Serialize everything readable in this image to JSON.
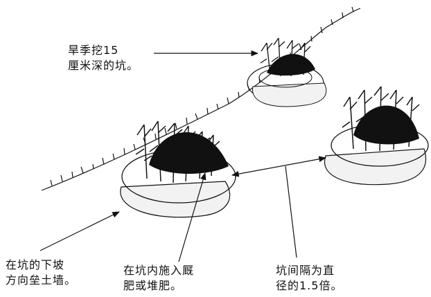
{
  "labels": {
    "dry_season_pit": "旱季挖15\n厘米深的坑。",
    "downslope_wall": "在坑的下坡\n方向垒土墙。",
    "manure": "在坑内施入厩\n肥或堆肥。",
    "spacing": "坑间隔为直\n径的1.5倍。"
  },
  "colors": {
    "ink": "#111111",
    "background": "#ffffff"
  }
}
